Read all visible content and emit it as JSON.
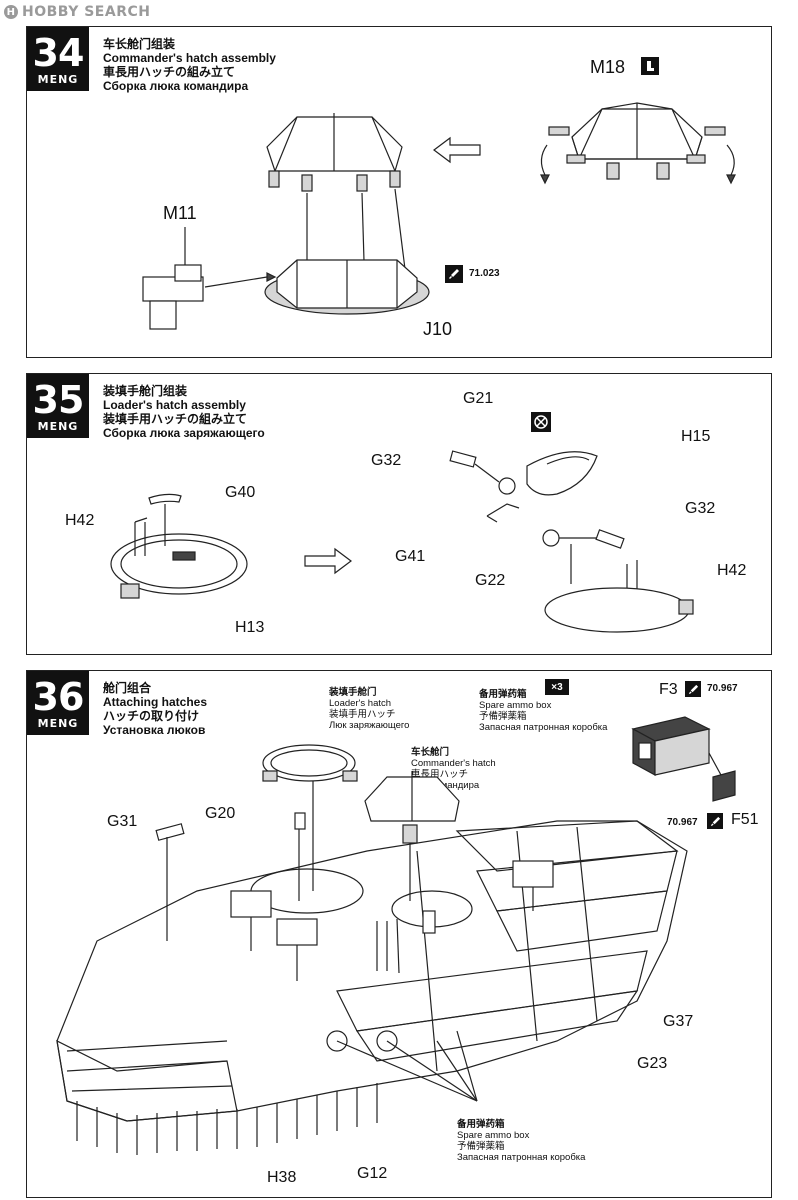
{
  "watermark": {
    "text": "HOBBY SEARCH",
    "logo": "H"
  },
  "brand": "MENG",
  "step34": {
    "number": "34",
    "title_zh": "车长舱门组装",
    "title_en": "Commander's hatch assembly",
    "title_ja": "車長用ハッチの組み立て",
    "title_ru": "Сборка люка командира",
    "parts": {
      "m18": "M18",
      "m11": "M11",
      "j10": "J10"
    },
    "paint_code": "71.023"
  },
  "step35": {
    "number": "35",
    "title_zh": "装填手舱门组装",
    "title_en": "Loader's hatch assembly",
    "title_ja": "装填手用ハッチの組み立て",
    "title_ru": "Сборка люка заряжающего",
    "parts": {
      "g40": "G40",
      "h42": "H42",
      "h13": "H13",
      "g21": "G21",
      "g32": "G32",
      "h15": "H15",
      "g41": "G41",
      "g22": "G22"
    }
  },
  "step36": {
    "number": "36",
    "title_zh": "舱门组合",
    "title_en": "Attaching hatches",
    "title_ja": "ハッチの取り付け",
    "title_ru": "Установка люков",
    "loader_hatch": {
      "zh": "装填手舱门",
      "en": "Loader's hatch",
      "ja": "装填手用ハッチ",
      "ru": "Люк заряжающего"
    },
    "commander_hatch": {
      "zh": "车长舱门",
      "en": "Commander's hatch",
      "ja": "車長用ハッチ",
      "ru": "Люк командира"
    },
    "ammo_box": {
      "zh": "备用弹药箱",
      "en": "Spare ammo box",
      "ja": "予備弾薬箱",
      "ru": "Запасная патронная коробка",
      "count": "×3"
    },
    "paint_code": "70.967",
    "parts": {
      "f3": "F3",
      "f51": "F51",
      "g31": "G31",
      "g20": "G20",
      "g37": "G37",
      "g23": "G23",
      "h38": "H38",
      "g12": "G12"
    }
  },
  "icons": [
    "cement-icon",
    "paint-brush-icon",
    "no-glue-icon",
    "arrow-right-icon",
    "arrow-left-icon"
  ]
}
